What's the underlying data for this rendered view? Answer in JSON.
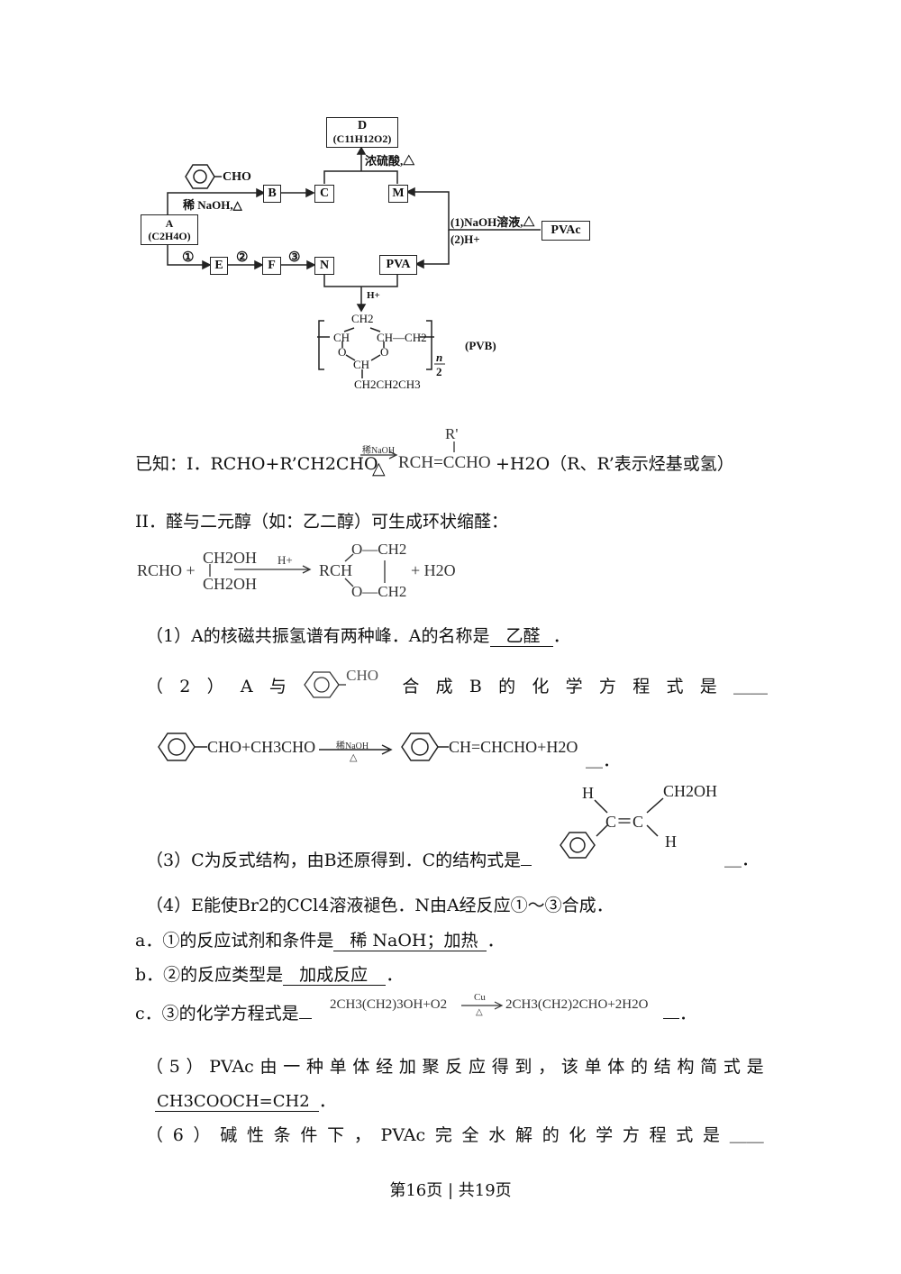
{
  "diagram": {
    "boxes": {
      "D": "D",
      "D_formula": "(C11H12O2)",
      "B": "B",
      "C": "C",
      "M": "M",
      "A": "A",
      "A_formula": "(C2H4O)",
      "E": "E",
      "F": "F",
      "N": "N",
      "PVA": "PVA",
      "PVAc": "PVAc"
    },
    "labels": {
      "cho": "CHO",
      "dilute_naoh": "稀 NaOH,△",
      "conc_h2so4": "浓硫酸,△",
      "naoh_solution": "(1)NaOH溶液,△",
      "h_plus_2": "(2)H+",
      "step1": "①",
      "step2": "②",
      "step3": "③",
      "h_plus": "H+",
      "pvb_name": "(PVB)",
      "pvb_ch2": "CH2",
      "pvb_ch_left": "CH",
      "pvb_ch_right": "CH—CH2",
      "pvb_o_left": "O",
      "pvb_o_right": "O",
      "pvb_ch_bottom": "CH",
      "pvb_propyl": "CH2CH2CH3",
      "pvb_n": "n",
      "pvb_2": "2"
    }
  },
  "known": {
    "line1_prefix": "已知：I．RCHO+R’CH2CHO",
    "line1_cond": "稀NaOH",
    "line1_delta": "△",
    "line1_r": "R'",
    "line1_product": "RCH=CCHO",
    "line1_suffix": "+H2O（R、R’表示烃基或氢）",
    "line2": "II．醛与二元醇（如：乙二醇）可生成环状缩醛：",
    "rxn_rcho": "RCHO +",
    "rxn_ch2oh_top": "CH2OH",
    "rxn_ch2oh_bottom": "CH2OH",
    "rxn_h": "H+",
    "rxn_rch": "RCH",
    "rxn_o_ch2_top": "O—CH2",
    "rxn_o_ch2_bottom": "O—CH2",
    "rxn_water": "+ H2O"
  },
  "questions": {
    "q1_text": "（1）A的核磁共振氢谱有两种峰．A的名称是",
    "q1_answer": "乙醛",
    "q1_end": "．",
    "q2_parts": [
      "（",
      "2",
      "）",
      "A",
      "与"
    ],
    "q2_cho": "CHO",
    "q2_rest": [
      "合",
      "成",
      "B",
      "的",
      "化",
      "学",
      "方",
      "程",
      "式",
      "是"
    ],
    "q2_blank": "＿＿",
    "q2_eq_left": "CHO+CH3CHO",
    "q2_eq_cond": "稀NaOH",
    "q2_eq_delta": "△",
    "q2_eq_right": "CH=CHCHO+H2O",
    "q2_eq_end": "＿．",
    "q3_struct_h1": "H",
    "q3_struct_cc": "C＝C",
    "q3_struct_ch2oh": "CH2OH",
    "q3_struct_h2": "H",
    "q3_text": "（3）C为反式结构，由B还原得到．C的结构式是",
    "q3_end": "＿．",
    "q4_text": "（4）E能使Br2的CCl4溶液褪色．N由A经反应①～③合成．",
    "qa_text": "a．①的反应试剂和条件是",
    "qa_answer": "稀 NaOH；加热",
    "qa_end": "．",
    "qb_text": "b．②的反应类型是",
    "qb_answer": "加成反应",
    "qb_end": "．",
    "qc_text": "c．③的化学方程式是",
    "qc_answer_left": "2CH3(CH2)3OH+O2",
    "qc_cond": "Cu",
    "qc_delta": "△",
    "qc_answer_right": "2CH3(CH2)2CHO+2H2O",
    "qc_end": "．",
    "q5_parts": [
      "（",
      "5",
      "）",
      "PVAc",
      "由",
      "一",
      "种",
      "单",
      "体",
      "经",
      "加",
      "聚",
      "反",
      "应",
      "得",
      "到",
      "，",
      "该",
      "单",
      "体",
      "的",
      "结",
      "构",
      "简",
      "式",
      "是"
    ],
    "q5_answer": "CH3COOCH=CH2",
    "q5_end": "．",
    "q6_parts": [
      "（",
      "6",
      "）",
      "碱",
      "性",
      "条",
      "件",
      "下",
      "，",
      "PVAc",
      "完",
      "全",
      "水",
      "解",
      "的",
      "化",
      "学",
      "方",
      "程",
      "式",
      "是"
    ],
    "q6_blank": "＿＿"
  },
  "footer": "第16页 | 共19页"
}
